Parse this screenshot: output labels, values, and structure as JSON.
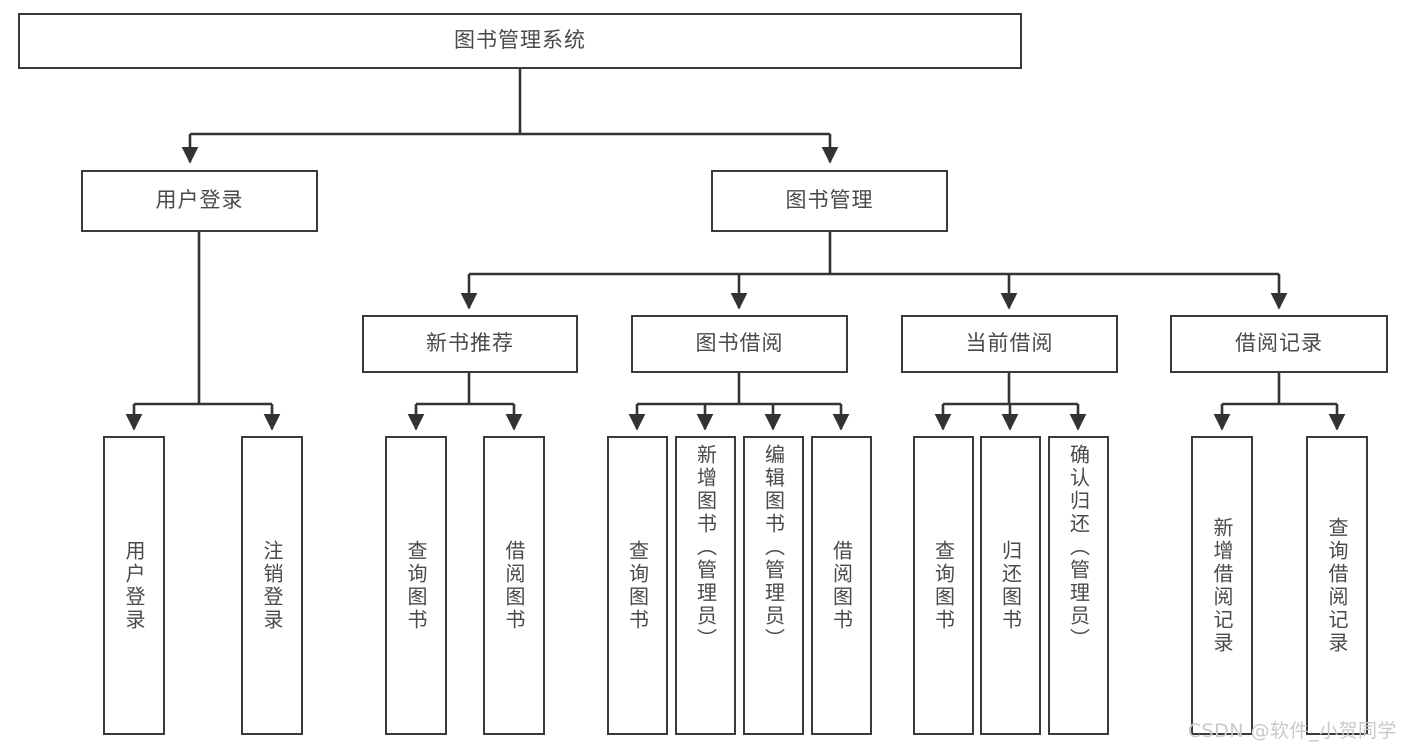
{
  "diagram": {
    "title": "图书管理系统",
    "watermark": "CSDN @软件_小贺同学",
    "colors": {
      "box_border": "#3a3a3a",
      "box_fill": "#ffffff",
      "text": "#4a4a4a",
      "connector": "#333333",
      "watermark": "#c9c9c9",
      "background": "#ffffff"
    },
    "root": {
      "label": "图书管理系统"
    },
    "level2": [
      {
        "label": "用户登录"
      },
      {
        "label": "图书管理"
      }
    ],
    "level3": [
      {
        "label": "新书推荐"
      },
      {
        "label": "图书借阅"
      },
      {
        "label": "当前借阅"
      },
      {
        "label": "借阅记录"
      }
    ],
    "leaves": {
      "user_login": [
        {
          "label": "用户登录"
        },
        {
          "label": "注销登录"
        }
      ],
      "new_book_recommend": [
        {
          "label": "查询图书"
        },
        {
          "label": "借阅图书"
        }
      ],
      "book_borrow": [
        {
          "label": "查询图书"
        },
        {
          "label": "新增图书（管理员）"
        },
        {
          "label": "编辑图书（管理员）"
        },
        {
          "label": "借阅图书"
        }
      ],
      "current_borrow": [
        {
          "label": "查询图书"
        },
        {
          "label": "归还图书"
        },
        {
          "label": "确认归还（管理员）"
        }
      ],
      "borrow_record": [
        {
          "label": "新增借阅记录"
        },
        {
          "label": "查询借阅记录"
        }
      ]
    }
  }
}
